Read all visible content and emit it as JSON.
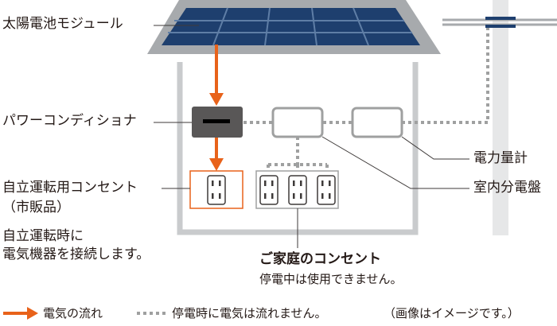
{
  "labels": {
    "solar_module": "太陽電池モジュール",
    "power_conditioner": "パワーコンディショナ",
    "self_outlet_line1": "自立運転用コンセント",
    "self_outlet_line2": "（市販品）",
    "self_outlet_note1": "自立運転時に",
    "self_outlet_note2": "電気機器を接続します。",
    "home_outlet": "ご家庭のコンセント",
    "home_outlet_note": "停電中は使用できません。",
    "power_meter": "電力量計",
    "distribution_board": "室内分電盤"
  },
  "legend": {
    "flow": "電気の流れ",
    "no_flow": "停電時に電気は流れません。",
    "disclaimer": "（画像はイメージです。）"
  },
  "colors": {
    "house": "#c9cbcd",
    "roof": "#a7aaad",
    "panel": "#1e3f6e",
    "panel_grid": "#5f7ea6",
    "arrow": "#e8621a",
    "conditioner": "#595757",
    "dotted": "#9fa0a0",
    "outlet_stroke": "#3e3a39",
    "leader": "#3e3a39",
    "pole": "#e6e7e8"
  }
}
